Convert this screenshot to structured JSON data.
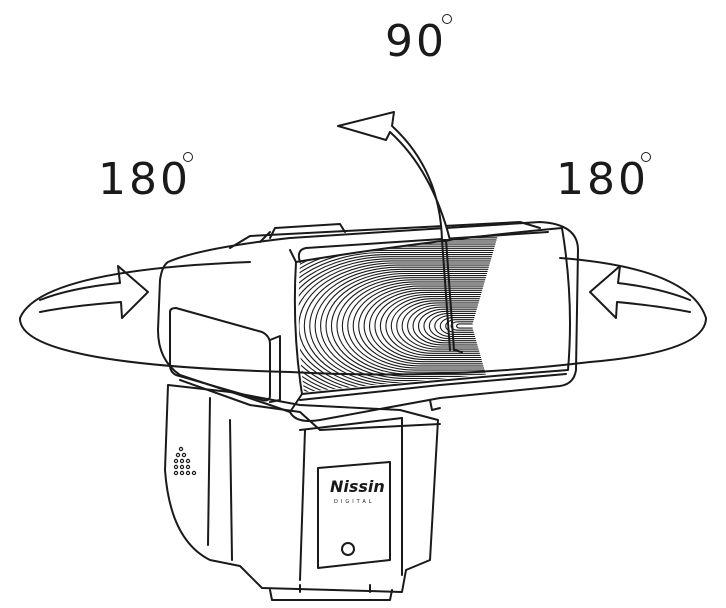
{
  "labels": {
    "tilt_angle": "90",
    "swivel_left_angle": "180",
    "swivel_right_angle": "180"
  },
  "brand": {
    "name": "Nissin",
    "sub": "DIGITAL"
  },
  "colors": {
    "line": "#1a1a1a",
    "background": "#ffffff"
  }
}
